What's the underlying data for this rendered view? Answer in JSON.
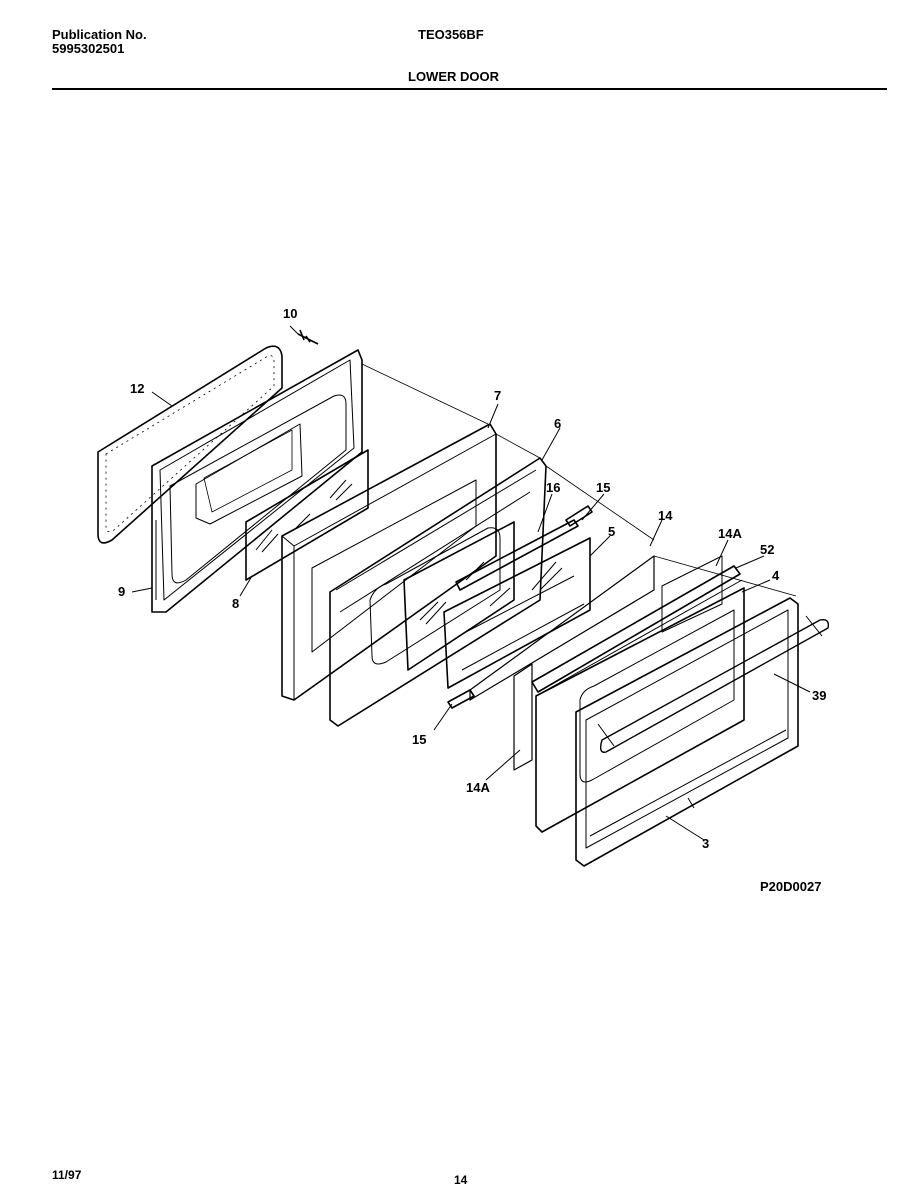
{
  "header": {
    "publication_label": "Publication No.",
    "publication_number": "5995302501",
    "model": "TEO356BF",
    "section_title": "LOWER DOOR",
    "corner_text": "------ --"
  },
  "diagram": {
    "code": "P20D0027",
    "callouts": [
      "10",
      "12",
      "9",
      "8",
      "7",
      "6",
      "16",
      "15",
      "5",
      "14",
      "14A",
      "52",
      "4",
      "39",
      "15",
      "14A",
      "3"
    ]
  },
  "footer": {
    "date": "11/97",
    "page": "14"
  }
}
